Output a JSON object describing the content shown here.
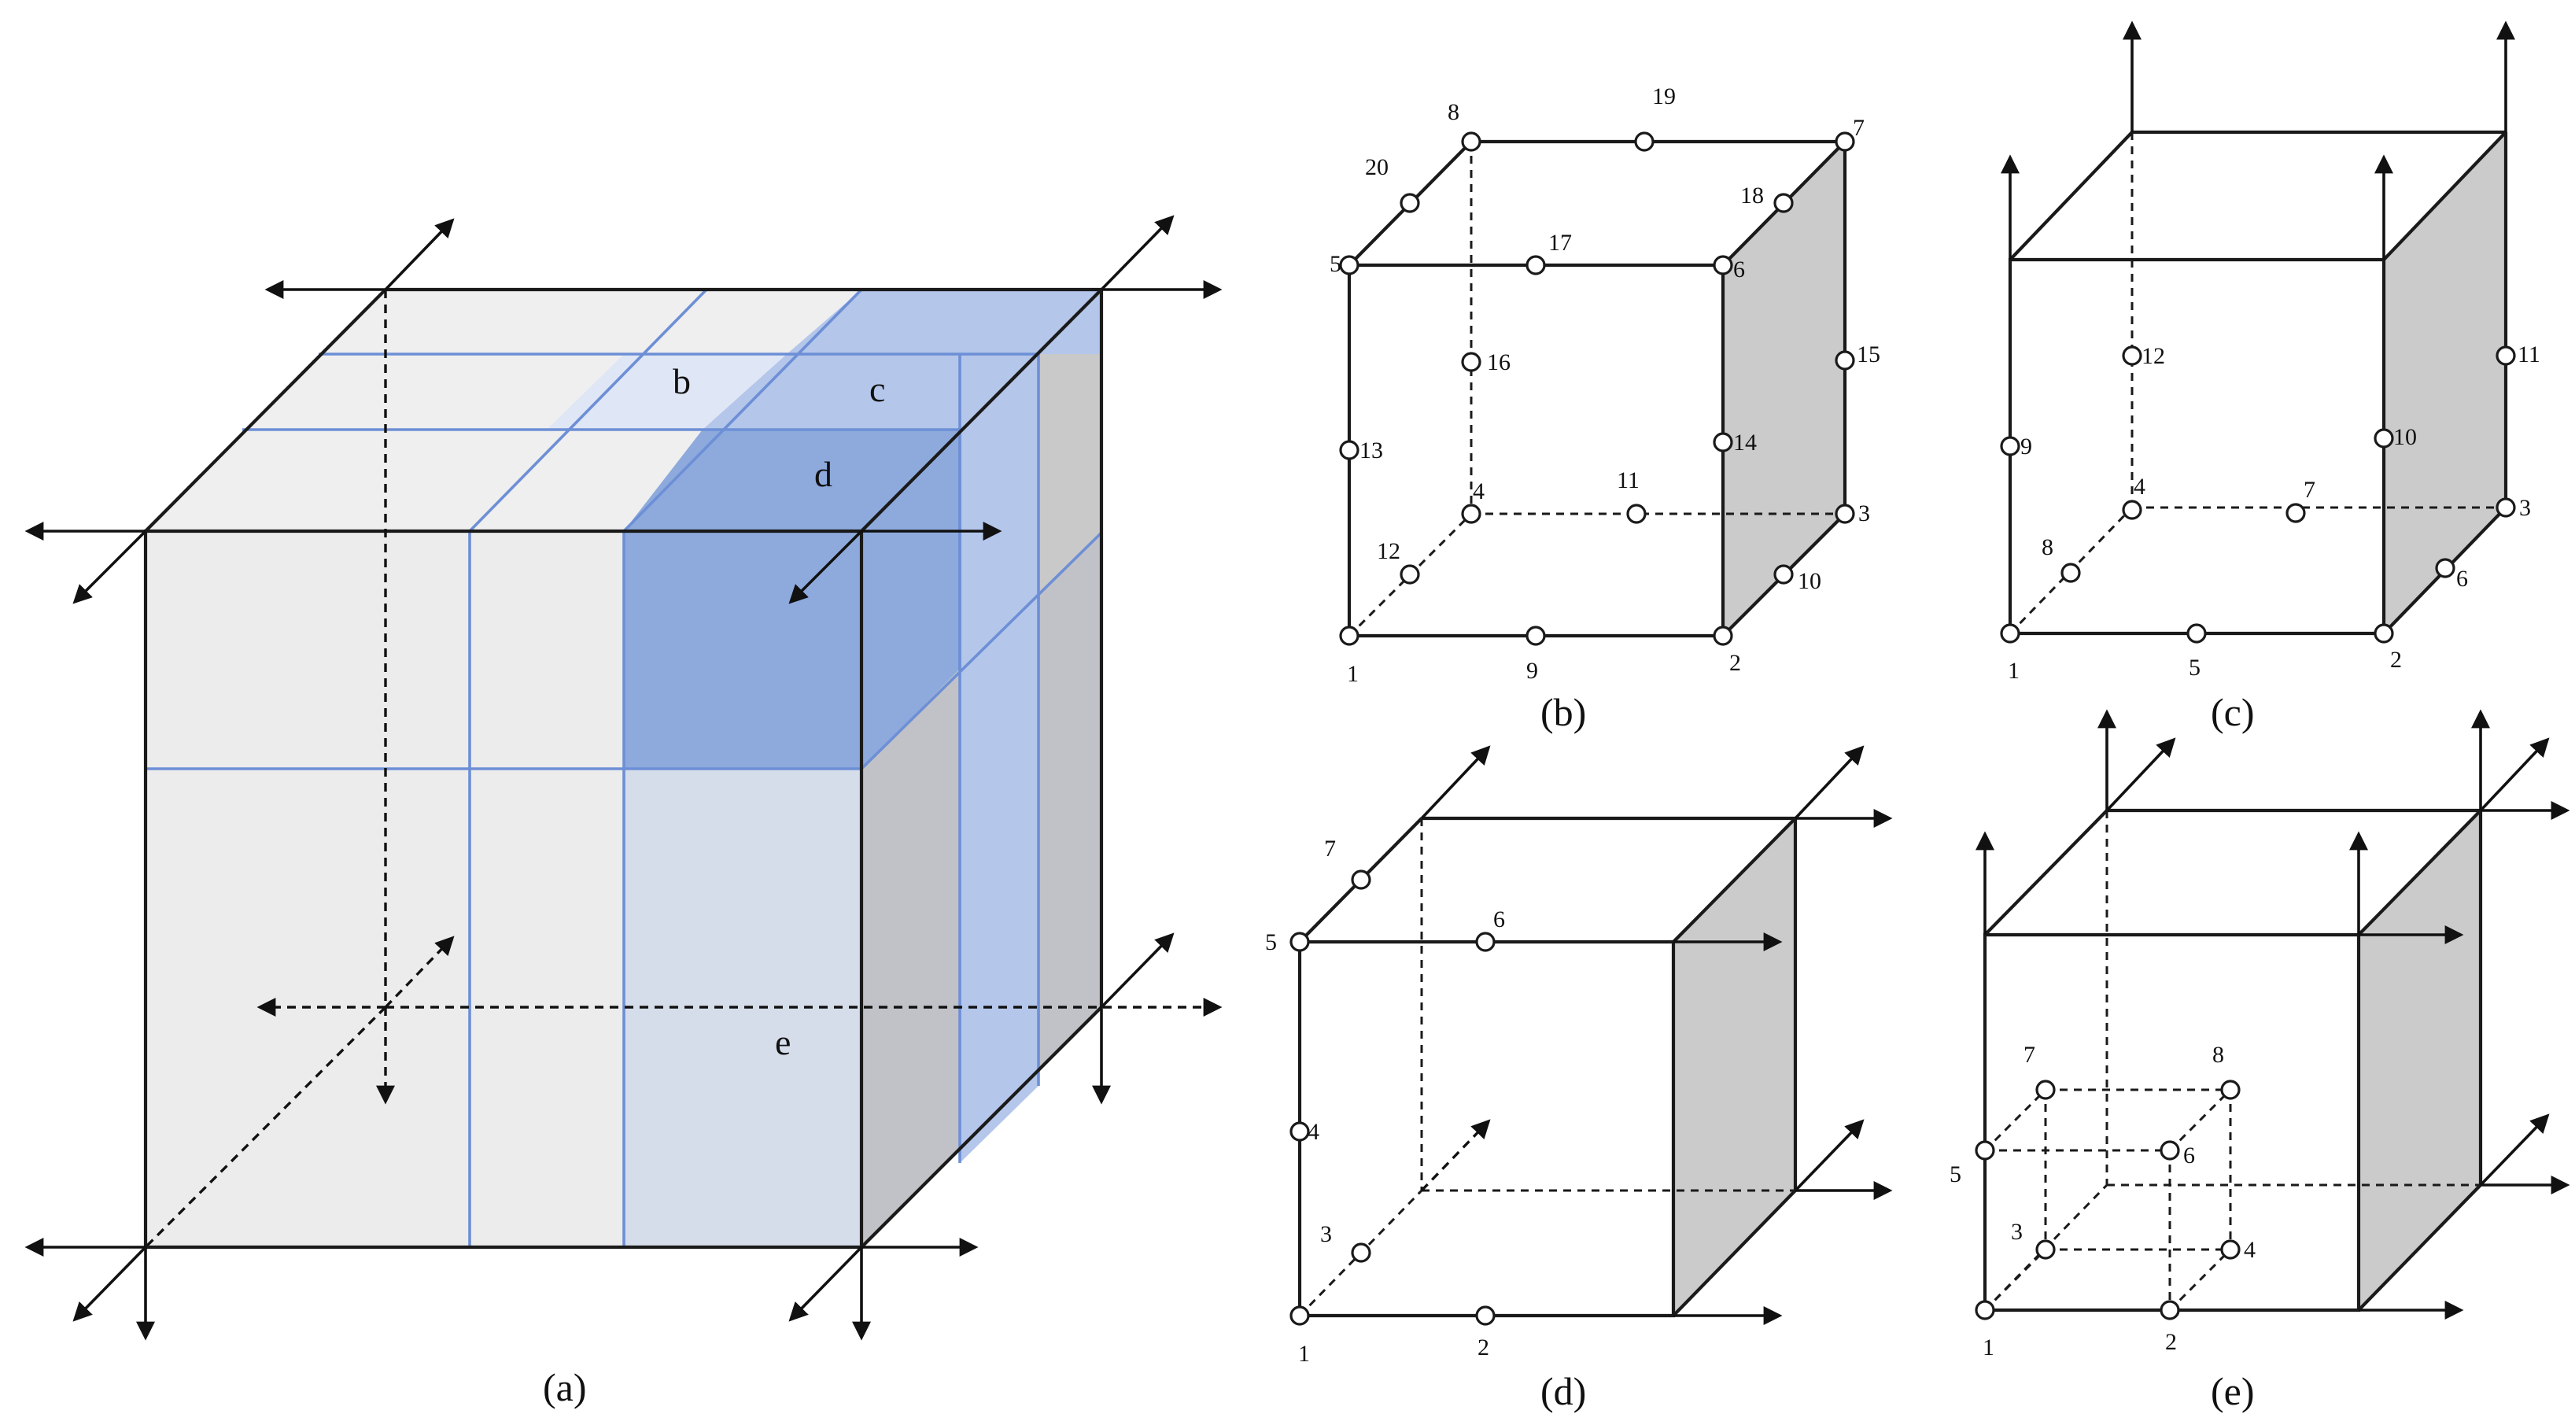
{
  "panels": {
    "a": {
      "caption": "(a)",
      "block_labels": {
        "b": "b",
        "c": "c",
        "d": "d",
        "e": "e"
      }
    },
    "b": {
      "caption": "(b)",
      "nodes": [
        "1",
        "2",
        "3",
        "4",
        "5",
        "6",
        "7",
        "8",
        "9",
        "10",
        "11",
        "12",
        "13",
        "14",
        "15",
        "16",
        "17",
        "18",
        "19",
        "20"
      ]
    },
    "c": {
      "caption": "(c)",
      "nodes": [
        "1",
        "2",
        "3",
        "4",
        "5",
        "6",
        "7",
        "8",
        "9",
        "10",
        "11",
        "12"
      ]
    },
    "d": {
      "caption": "(d)",
      "nodes": [
        "1",
        "2",
        "3",
        "4",
        "5",
        "6",
        "7"
      ]
    },
    "e": {
      "caption": "(e)",
      "nodes": [
        "1",
        "2",
        "3",
        "4",
        "5",
        "6",
        "7",
        "8"
      ]
    }
  },
  "colors": {
    "face_light": "#ececec",
    "face_side": "#c9c9c9",
    "grid_line": "#6d8fd6",
    "block_b": "#dfe6f5",
    "block_c": "#b4c6ea",
    "block_d": "#8eaadd",
    "block_e": "#d5ddea",
    "node_fill": "#ffffff"
  }
}
